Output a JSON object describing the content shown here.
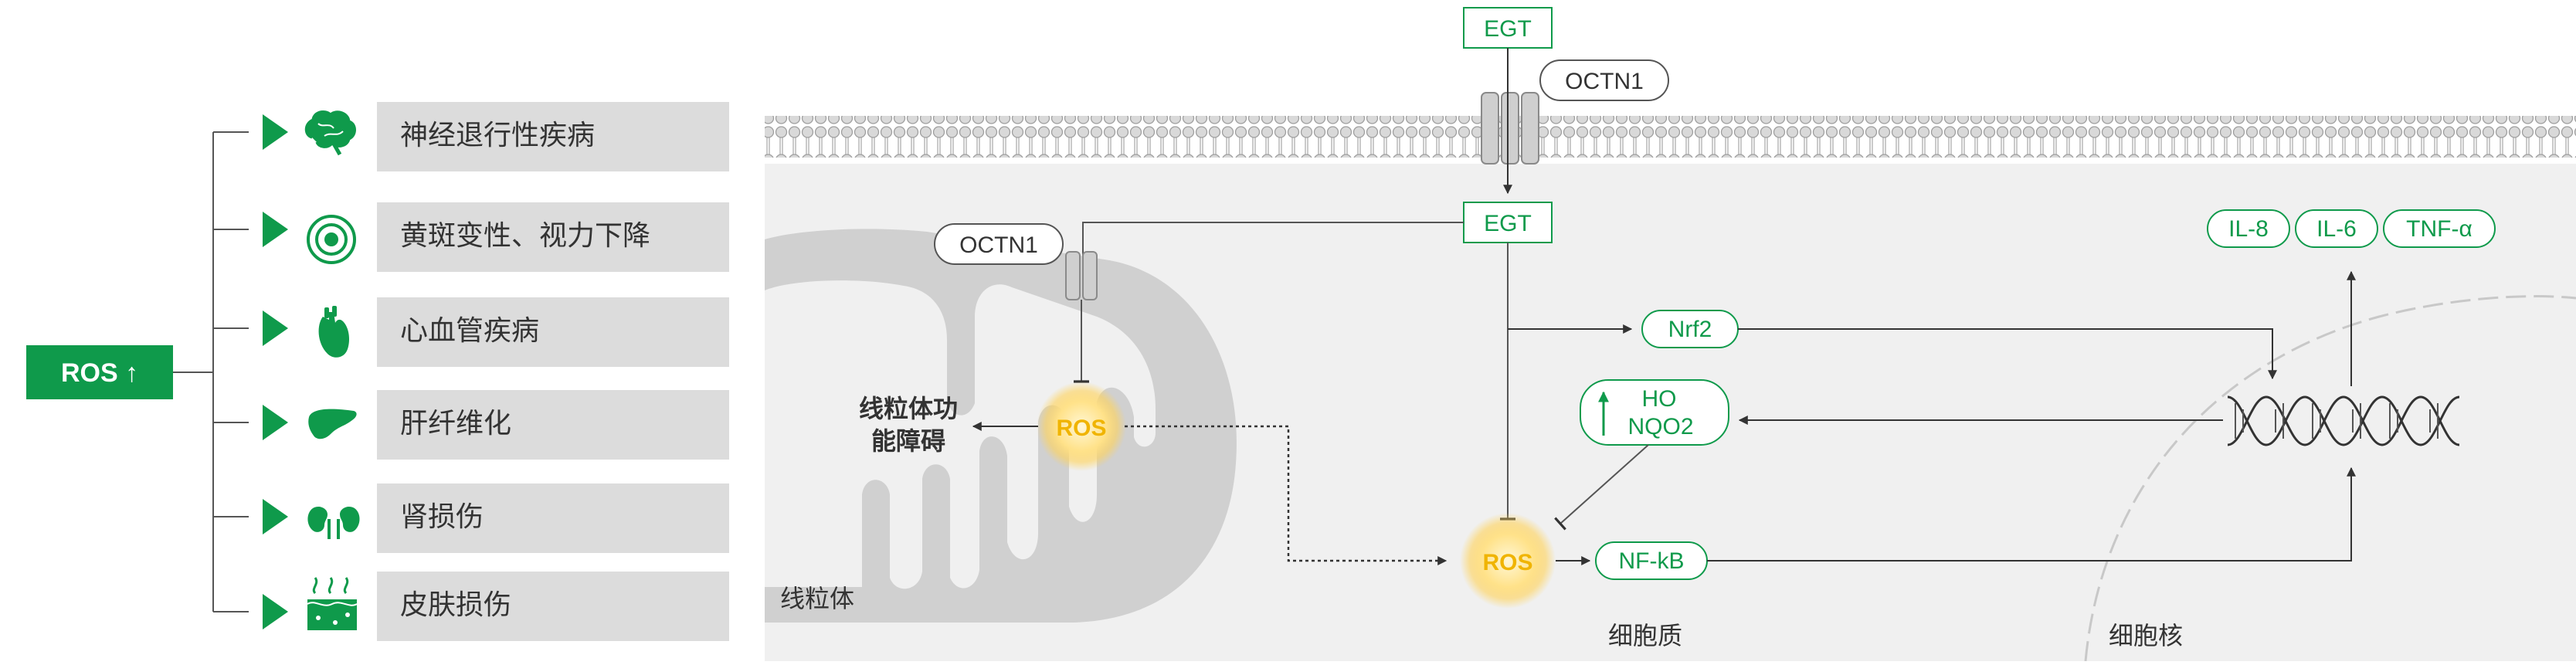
{
  "colors": {
    "green": "#0f9a4b",
    "grey_box": "#dcdcdc",
    "cytoplasm": "#f0f0f0",
    "mito": "#cfcfcf",
    "ros_yellow": "#f0b400"
  },
  "ros_label": "ROS ↑",
  "diseases": [
    {
      "label": "神经退行性疾病",
      "icon": "brain-icon"
    },
    {
      "label": "黄斑变性、视力下降",
      "icon": "eye-icon"
    },
    {
      "label": "心血管疾病",
      "icon": "heart-icon"
    },
    {
      "label": "肝纤维化",
      "icon": "liver-icon"
    },
    {
      "label": "肾损伤",
      "icon": "kidney-icon"
    },
    {
      "label": "皮肤损伤",
      "icon": "skin-icon"
    }
  ],
  "diagram": {
    "egt_outside": "EGT",
    "octn1_membrane": "OCTN1",
    "egt_inside": "EGT",
    "octn1_mito": "OCTN1",
    "ros_mito": "ROS",
    "mito_dysfunction_line1": "线粒体功",
    "mito_dysfunction_line2": "能障碍",
    "mito_label": "线粒体",
    "nrf2": "Nrf2",
    "ho": "HO",
    "nqo2": "NQO2",
    "ros_cyto": "ROS",
    "nfkb": "NF-kB",
    "il8": "IL-8",
    "il6": "IL-6",
    "tnf": "TNF-α",
    "cytoplasm_label": "细胞质",
    "nucleus_label": "细胞核"
  }
}
